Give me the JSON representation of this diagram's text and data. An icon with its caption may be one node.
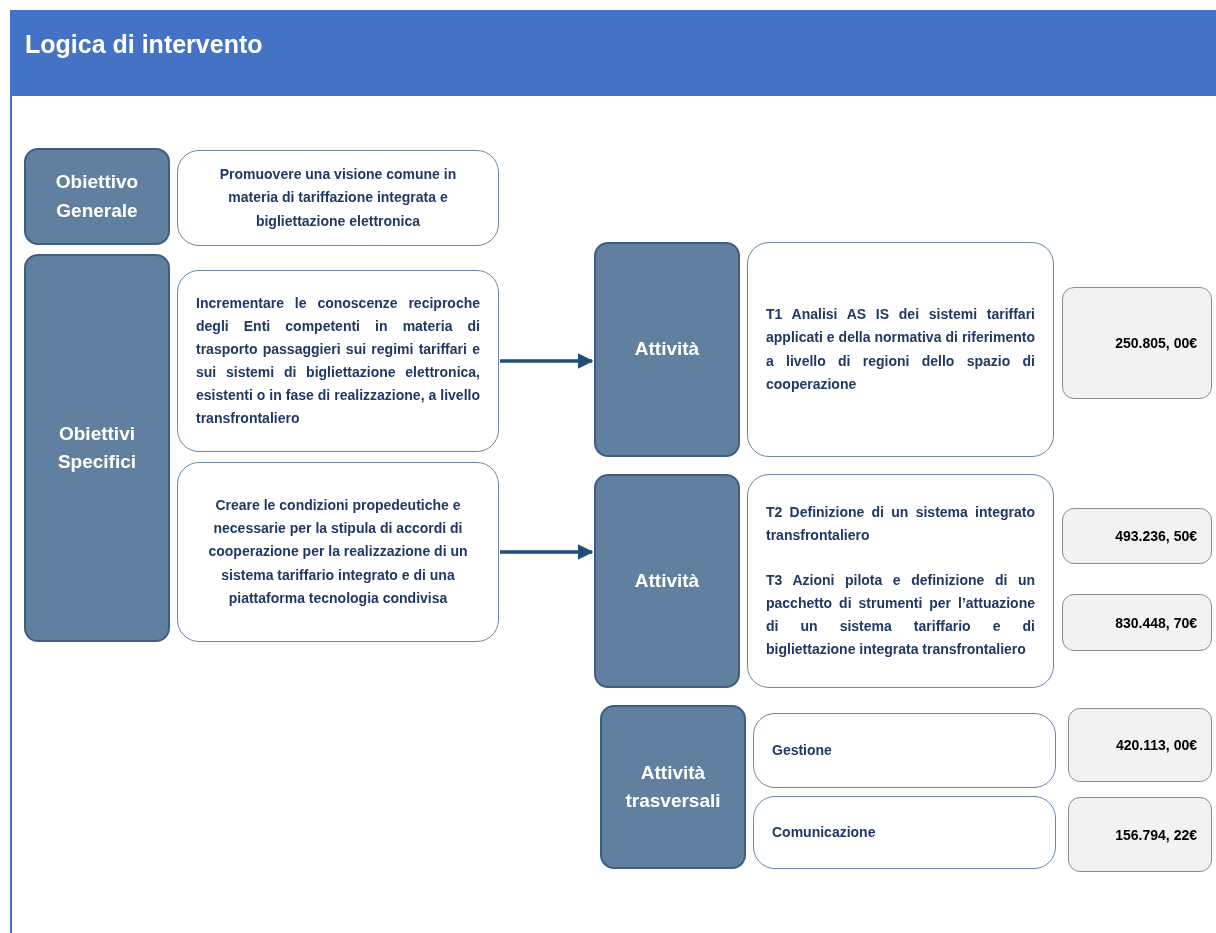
{
  "diagram": {
    "title": "Logica di intervento",
    "nodes": [
      {
        "text": [
          "Obiettivo Generale"
        ]
      },
      {
        "text": [
          "Promuovere una visione comune in materia di tariffazione integrata e bigliettazione elettronica"
        ]
      },
      {
        "text": [
          "Obiettivi Specifici"
        ]
      },
      {
        "text": [
          "Incrementare le conoscenze reciproche degli Enti competenti in materia di trasporto passaggieri sui regimi tariffari e sui sistemi di bigliettazione elettronica, esistenti o in fase di realizzazione, a livello transfrontaliero"
        ]
      },
      {
        "text": [
          "Creare le condizioni propedeutiche e necessarie per la stipula di accordi di cooperazione per la realizzazione di un sistema tariffario integrato e di una piattaforma tecnologia condivisa"
        ]
      },
      {
        "text": [
          "Attività"
        ]
      },
      {
        "text": [
          "T1 Analisi AS IS dei sistemi tariffari applicati e della normativa di riferimento a livello di regioni dello spazio di cooperazione"
        ]
      },
      {
        "text": [
          "250.805, 00€"
        ]
      },
      {
        "text": [
          "Attività"
        ]
      },
      {
        "text": [
          "T2 Definizione di un sistema integrato transfrontaliero",
          "T3 Azioni pilota e definizione di un pacchetto di strumenti per l’attuazione di un sistema tariffario e di bigliettazione integrata transfrontaliero"
        ]
      },
      {
        "text": [
          "493.236, 50€"
        ]
      },
      {
        "text": [
          "830.448, 70€"
        ]
      },
      {
        "text": [
          "Attività trasversali"
        ]
      },
      {
        "text": [
          "Gestione"
        ]
      },
      {
        "text": [
          "420.113, 00€"
        ]
      },
      {
        "text": [
          "Comunicazione"
        ]
      },
      {
        "text": [
          "156.794, 22€"
        ]
      }
    ],
    "edges": [
      {
        "from": 3,
        "to": 5,
        "arrow": "to"
      },
      {
        "from": 4,
        "to": 8,
        "arrow": "to"
      }
    ]
  }
}
